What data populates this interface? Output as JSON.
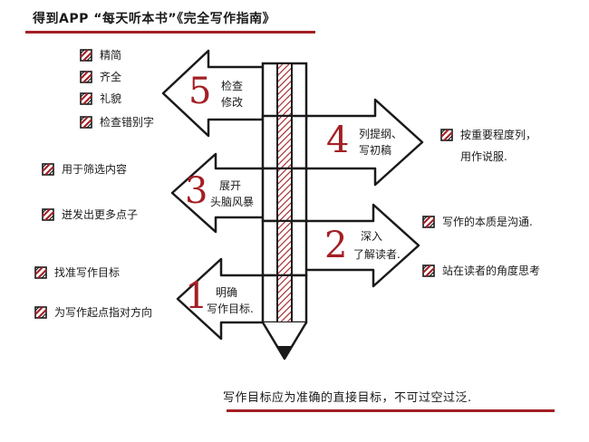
{
  "header": {
    "title": "得到APP “每天听本书”《完全写作指南》"
  },
  "steps": [
    {
      "number": "5",
      "line1": "检查",
      "line2": "修改",
      "direction": "left"
    },
    {
      "number": "4",
      "line1": "列提纲、",
      "line2": "写初稿",
      "direction": "right"
    },
    {
      "number": "3",
      "line1": "展开",
      "line2": "头脑风暴",
      "direction": "left"
    },
    {
      "number": "2",
      "line1": "深入",
      "line2": "了解读者.",
      "direction": "right"
    },
    {
      "number": "1",
      "line1": "明确",
      "line2": "写作目标.",
      "direction": "left"
    }
  ],
  "notes": {
    "step5": [
      "精简",
      "齐全",
      "礼貌",
      "检查错别字"
    ],
    "step4": [
      "按重要程度列，",
      "用作说服."
    ],
    "step3": [
      "用于筛选内容",
      "迸发出更多点子"
    ],
    "step2": [
      "写作的本质是沟通.",
      "站在读者的角度思考"
    ],
    "step1": [
      "找准写作目标",
      "为写作起点指对方向"
    ]
  },
  "footer": {
    "text": "写作目标应为准确的直接目标，不可过空过泛."
  },
  "colors": {
    "accent": "#a31f24",
    "ink": "#1a1a1a",
    "background": "#ffffff"
  }
}
